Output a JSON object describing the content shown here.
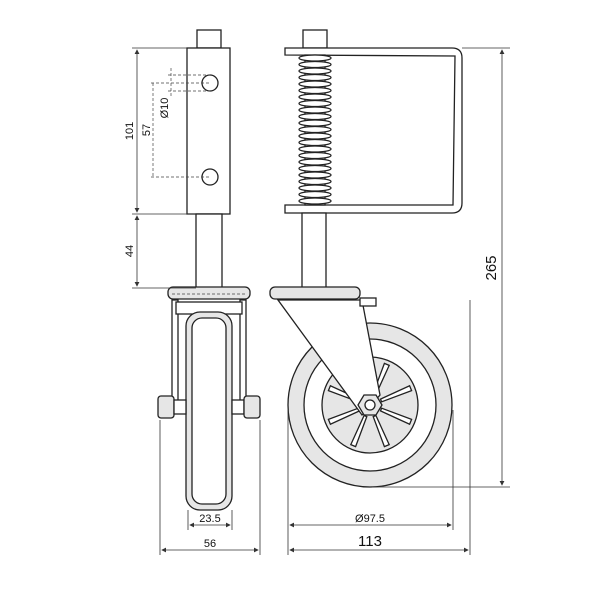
{
  "title": "Spring-loaded gate wheel technical drawing",
  "dimensions": {
    "block_height": "101",
    "hole_spacing": "57",
    "hole_diameter": "Ø10",
    "stem_height": "44",
    "total_height": "265",
    "wheel_width": "23.5",
    "fork_width": "56",
    "wheel_diameter": "Ø97.5",
    "total_depth": "113"
  },
  "colors": {
    "line": "#222222",
    "fill": "#e6e6e6"
  }
}
